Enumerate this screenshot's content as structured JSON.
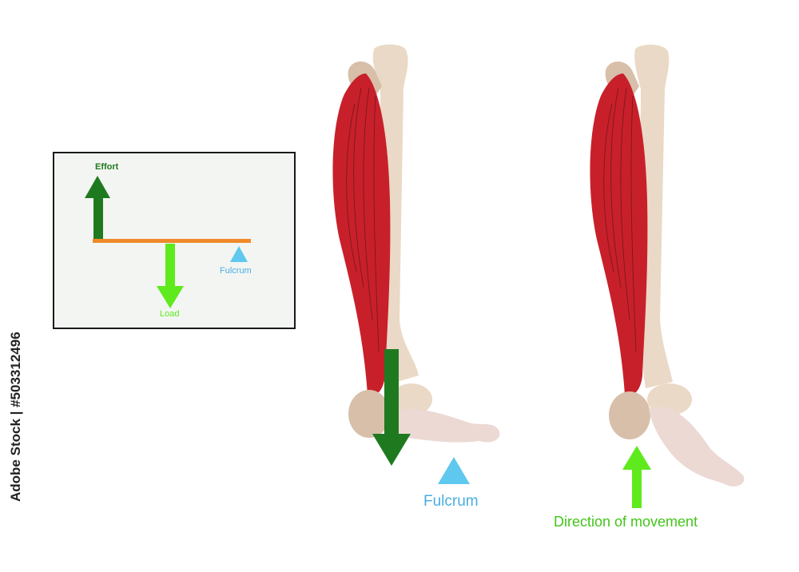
{
  "inset": {
    "effort_label": "Effort",
    "load_label": "Load",
    "fulcrum_label": "Fulcrum"
  },
  "main": {
    "fulcrum_label": "Fulcrum",
    "direction_label": "Direction of movement"
  },
  "watermark": {
    "id_text": "Adobe Stock | #503312496"
  },
  "colors": {
    "effort_arrow": "#1f7a1f",
    "load_arrow": "#5fea1d",
    "lever_bar": "#f0892a",
    "fulcrum": "#5fc8ee",
    "muscle": "#c8202a",
    "bone": "#ead9c6"
  }
}
